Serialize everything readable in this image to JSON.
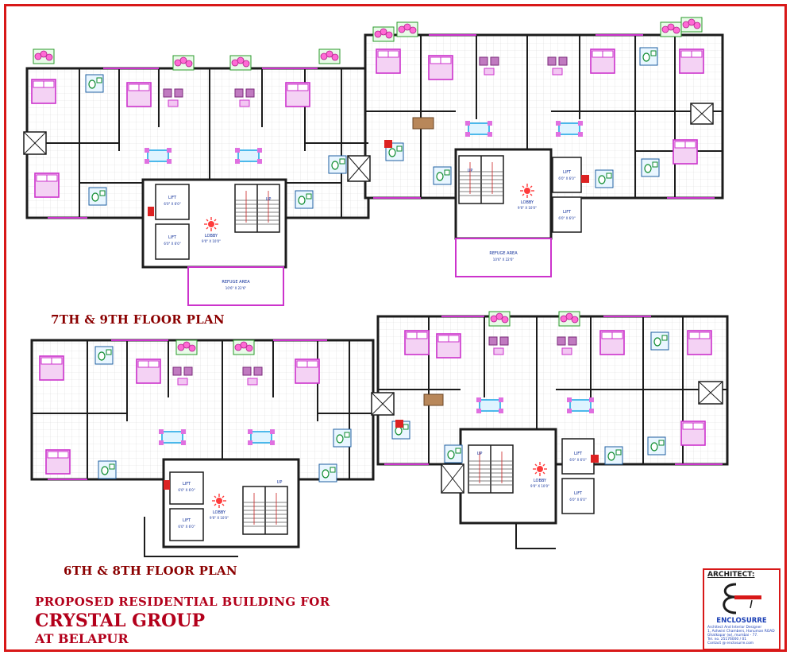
{
  "drawing": {
    "upper_plan_label": "7TH & 9TH FLOOR PLAN",
    "lower_plan_label": "6TH & 8TH FLOOR PLAN",
    "title_line_1": "PROPOSED RESIDENTIAL BUILDING FOR",
    "title_line_2": "CRYSTAL GROUP",
    "title_line_3": "AT BELAPUR",
    "architect_heading": "ARCHITECT:",
    "architect_name": "ENCLOSURRE",
    "architect_details": [
      "Architect And Interior Designer",
      "1, Ashwini Chambers, Hanuman ROAD",
      "Ghatkopar (w), mumbai - 77.",
      "Tel. no. 25176000 / 01",
      "Contact @ enclosurre.com"
    ]
  },
  "rooms": {
    "lift_label": "LIFT",
    "lift_size": "6'0\" X 6'0\"",
    "lobby_label": "LOBBY",
    "lobby_size": "9'0\" X 10'0\"",
    "refuge_label": "REFUGE AREA",
    "refuge_size": "10'6\" X 22'6\"",
    "up_label": "UP"
  },
  "colors": {
    "wall": "#1c1c1c",
    "furniture": "#cc33cc",
    "furniture_fill": "#f2c6f2",
    "fixture": "#0b8a2c",
    "grid": "#dcdcdc",
    "dining": "#24a8e6",
    "label_text": "#0f2f9a",
    "title": "#b3001b",
    "frame": "#d81818"
  }
}
